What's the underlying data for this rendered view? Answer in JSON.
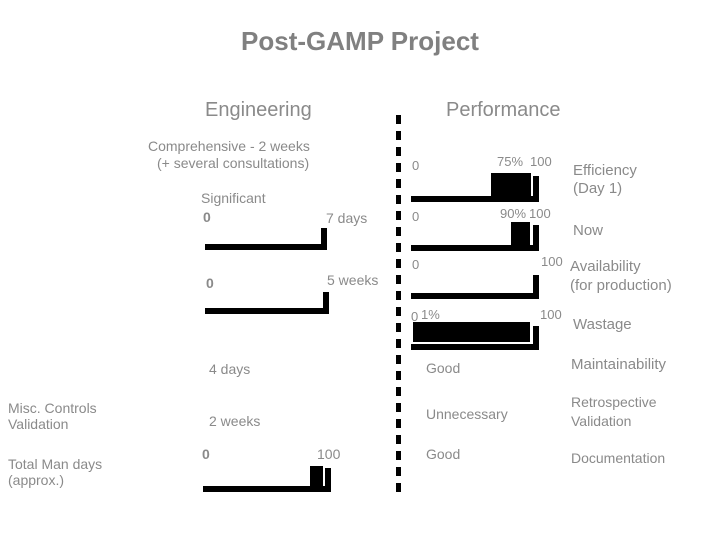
{
  "slide": {
    "title": "Post-GAMP Project",
    "background": "#ffffff",
    "text_color": "#8a8a8a",
    "bar_color": "#000000"
  },
  "columns": {
    "left": {
      "heading": "Engineering"
    },
    "right": {
      "heading": "Performance"
    }
  },
  "left_column": {
    "notes": [
      "Comprehensive - 2 weeks",
      "(+ several consultations)"
    ],
    "significant_label": "Significant",
    "rows": [
      {
        "zero": "0",
        "value": "7 days"
      },
      {
        "zero": "0",
        "value": "5 weeks"
      },
      {
        "value": "4 days"
      },
      {
        "value": "2 weeks"
      },
      {
        "zero": "0",
        "max": "100"
      }
    ]
  },
  "row_labels": [
    "Efficiency\n(Day 1)",
    "Now",
    "Availability\n(for production)",
    "Wastage",
    "Maintainability",
    "Retrospective\nValidation",
    "Documentation"
  ],
  "right_column": {
    "rows": [
      {
        "zero": "0",
        "value": "75%",
        "max": "100",
        "label": "Efficiency",
        "label2": "(Day 1)"
      },
      {
        "zero": "0",
        "value": "90%",
        "max": "100",
        "label": "Now"
      },
      {
        "zero": "0",
        "max": "100",
        "label": "Availability",
        "label2": "(for production)"
      },
      {
        "zero": "0",
        "value": "1%",
        "max": "100",
        "label": "Wastage"
      },
      {
        "rating": "Good",
        "label": "Maintainability"
      },
      {
        "rating": "Unnecessary",
        "label": "Retrospective",
        "label2": "Validation"
      },
      {
        "rating": "Good",
        "label": "Documentation"
      }
    ]
  },
  "side_labels": {
    "misc_controls_line1": "Misc. Controls",
    "misc_controls_line2": "Validation",
    "total_man_days_line1": "Total Man days",
    "total_man_days_line2": "(approx.)"
  },
  "chart_data": {
    "type": "bar",
    "title": "Post-GAMP Project",
    "orientation": "horizontal",
    "panels": [
      {
        "name": "Engineering",
        "xlabel": "",
        "note": "Comprehensive - 2 weeks (+ several consultations)",
        "bars": [
          {
            "category": "Efficiency (Day 1)",
            "axis_min": "0",
            "axis_max": "7 days",
            "fill": null
          },
          {
            "category": "Now",
            "axis_min": "0",
            "axis_max": "5 weeks",
            "fill": null
          },
          {
            "category": "Availability (for production)",
            "annotation": "4 days"
          },
          {
            "category": "Retrospective Validation",
            "annotation": "2 weeks"
          },
          {
            "category": "Total Man days (approx.)",
            "axis_min": "0",
            "axis_max": "100",
            "fill": 92
          }
        ]
      },
      {
        "name": "Performance",
        "bars": [
          {
            "category": "Efficiency (Day 1)",
            "axis_min": 0,
            "axis_max": 100,
            "value": 75,
            "value_label": "75%"
          },
          {
            "category": "Now",
            "axis_min": 0,
            "axis_max": 100,
            "value": 90,
            "value_label": "90%"
          },
          {
            "category": "Availability (for production)",
            "axis_min": 0,
            "axis_max": 100,
            "value": null
          },
          {
            "category": "Wastage",
            "axis_min": 0,
            "axis_max": 100,
            "value": 1,
            "value_label": "1%"
          },
          {
            "category": "Maintainability",
            "rating": "Good"
          },
          {
            "category": "Retrospective Validation",
            "rating": "Unnecessary"
          },
          {
            "category": "Documentation",
            "rating": "Good"
          }
        ]
      }
    ]
  }
}
